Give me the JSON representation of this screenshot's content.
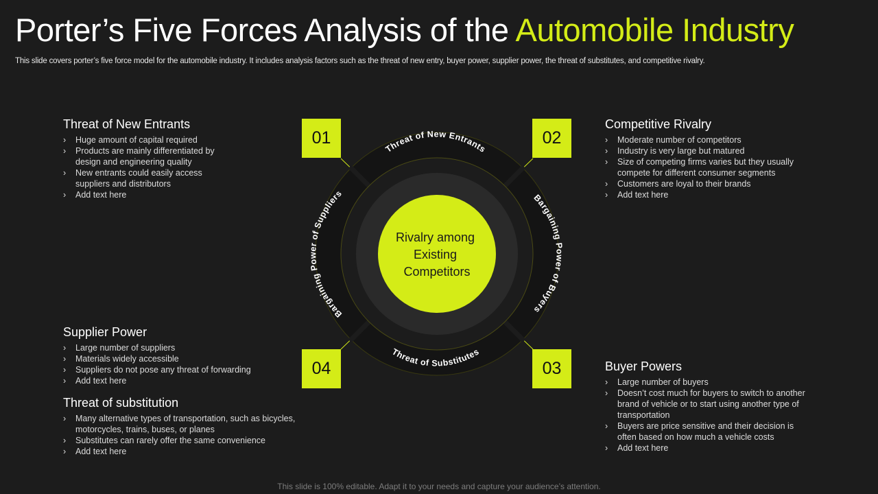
{
  "title": {
    "main": "Porter’s Five Forces Analysis of the ",
    "accent": "Automobile Industry"
  },
  "subtitle": "This slide covers porter’s five force model for the automobile industry. It includes analysis factors such as the threat of new entry, buyer power, supplier power, the threat of substitutes, and competitive rivalry.",
  "blocks": {
    "new_entrants": {
      "heading": "Threat of New Entrants",
      "items": [
        "Huge amount of capital required",
        "Products are mainly differentiated  by design and engineering  quality",
        "New entrants could easily access suppliers and distributors",
        "Add text here"
      ]
    },
    "rivalry": {
      "heading": "Competitive Rivalry",
      "items": [
        "Moderate  number of competitors",
        "Industry is very large but matured",
        "Size of competing firms varies  but they usually compete for different consumer segments",
        "Customers  are loyal to their brands",
        "Add text here"
      ]
    },
    "supplier": {
      "heading": "Supplier Power",
      "items": [
        "Large number of suppliers",
        "Materials widely accessible",
        "Suppliers do not pose any threat of forwarding",
        "Add text here"
      ]
    },
    "substitution": {
      "heading": "Threat of substitution",
      "items": [
        "Many alternative  types of transportation,  such as bicycles, motorcycles, trains, buses,  or planes",
        "Substitutes can rarely offer the same convenience",
        "Add text here"
      ]
    },
    "buyer": {
      "heading": "Buyer Powers",
      "items": [
        "Large number of buyers",
        "Doesn’t  cost much for buyers to switch to another brand of vehicle  or to start using another type of transportation",
        "Buyers are price sensitive  and their decision is often based on how much a vehicle  costs",
        "Add text here"
      ]
    }
  },
  "numbers": {
    "n1": "01",
    "n2": "02",
    "n3": "03",
    "n4": "04"
  },
  "diagram": {
    "center_lines": [
      "Rivalry among",
      "Existing",
      "Competitors"
    ],
    "arcs": {
      "top": "Threat of New Entrants",
      "right": "Bargaining Power of Buyers",
      "bottom": "Threat of Substitutes",
      "left": "Bargaining Power of Suppliers"
    }
  },
  "colors": {
    "accent": "#d4ec17",
    "background": "#1c1c1c",
    "ring": "#111111",
    "inner_ring": "#2a2a2a"
  },
  "footer": "This slide is 100% editable. Adapt it to your needs and capture your audience’s attention."
}
